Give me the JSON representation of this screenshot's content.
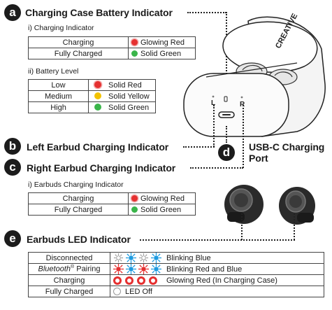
{
  "sections": {
    "a": {
      "badge": "a",
      "title": "Charging Case Battery Indicator"
    },
    "b": {
      "badge": "b",
      "title": "Left Earbud Charging Indicator"
    },
    "c": {
      "badge": "c",
      "title": "Right Earbud Charging Indicator"
    },
    "d": {
      "badge": "d",
      "title_line1": "USB-C Charging",
      "title_line2": "Port"
    },
    "e": {
      "badge": "e",
      "title": "Earbuds LED Indicator"
    }
  },
  "case_charging": {
    "subtitle": "i) Charging Indicator",
    "rows": [
      {
        "state": "Charging",
        "led": "red",
        "label": "Glowing Red"
      },
      {
        "state": "Fully Charged",
        "led": "green",
        "label": "Solid Green"
      }
    ]
  },
  "battery_level": {
    "subtitle": "ii) Battery Level",
    "rows": [
      {
        "state": "Low",
        "led": "red",
        "label": "Solid Red"
      },
      {
        "state": "Medium",
        "led": "yellow",
        "label": "Solid Yellow"
      },
      {
        "state": "High",
        "led": "green",
        "label": "Solid Green"
      }
    ]
  },
  "earbuds_charging": {
    "subtitle": "i) Earbuds Charging Indicator",
    "rows": [
      {
        "state": "Charging",
        "led": "red",
        "label": "Glowing Red"
      },
      {
        "state": "Fully Charged",
        "led": "green",
        "label": "Solid Green"
      }
    ]
  },
  "earbuds_led": {
    "rows": [
      {
        "state": "Disconnected",
        "pattern": "blinking-blue",
        "label": "Blinking Blue"
      },
      {
        "state_italic": "Bluetooth",
        "state_sup": "®",
        "state_rest": " Pairing",
        "pattern": "blinking-red-blue",
        "label": "Blinking Red and Blue"
      },
      {
        "state": "Charging",
        "pattern": "glowing-red",
        "label": "Glowing Red (In Charging Case)"
      },
      {
        "state": "Fully Charged",
        "pattern": "off",
        "label": "LED Off"
      }
    ]
  },
  "case_illustration": {
    "brand": "CREATIVE",
    "left_label": "L",
    "right_label": "R"
  },
  "colors": {
    "red": "#e53030",
    "green": "#3ab54a",
    "yellow": "#f2c200",
    "blue": "#1e9be0",
    "badge": "#1c1c1c"
  }
}
